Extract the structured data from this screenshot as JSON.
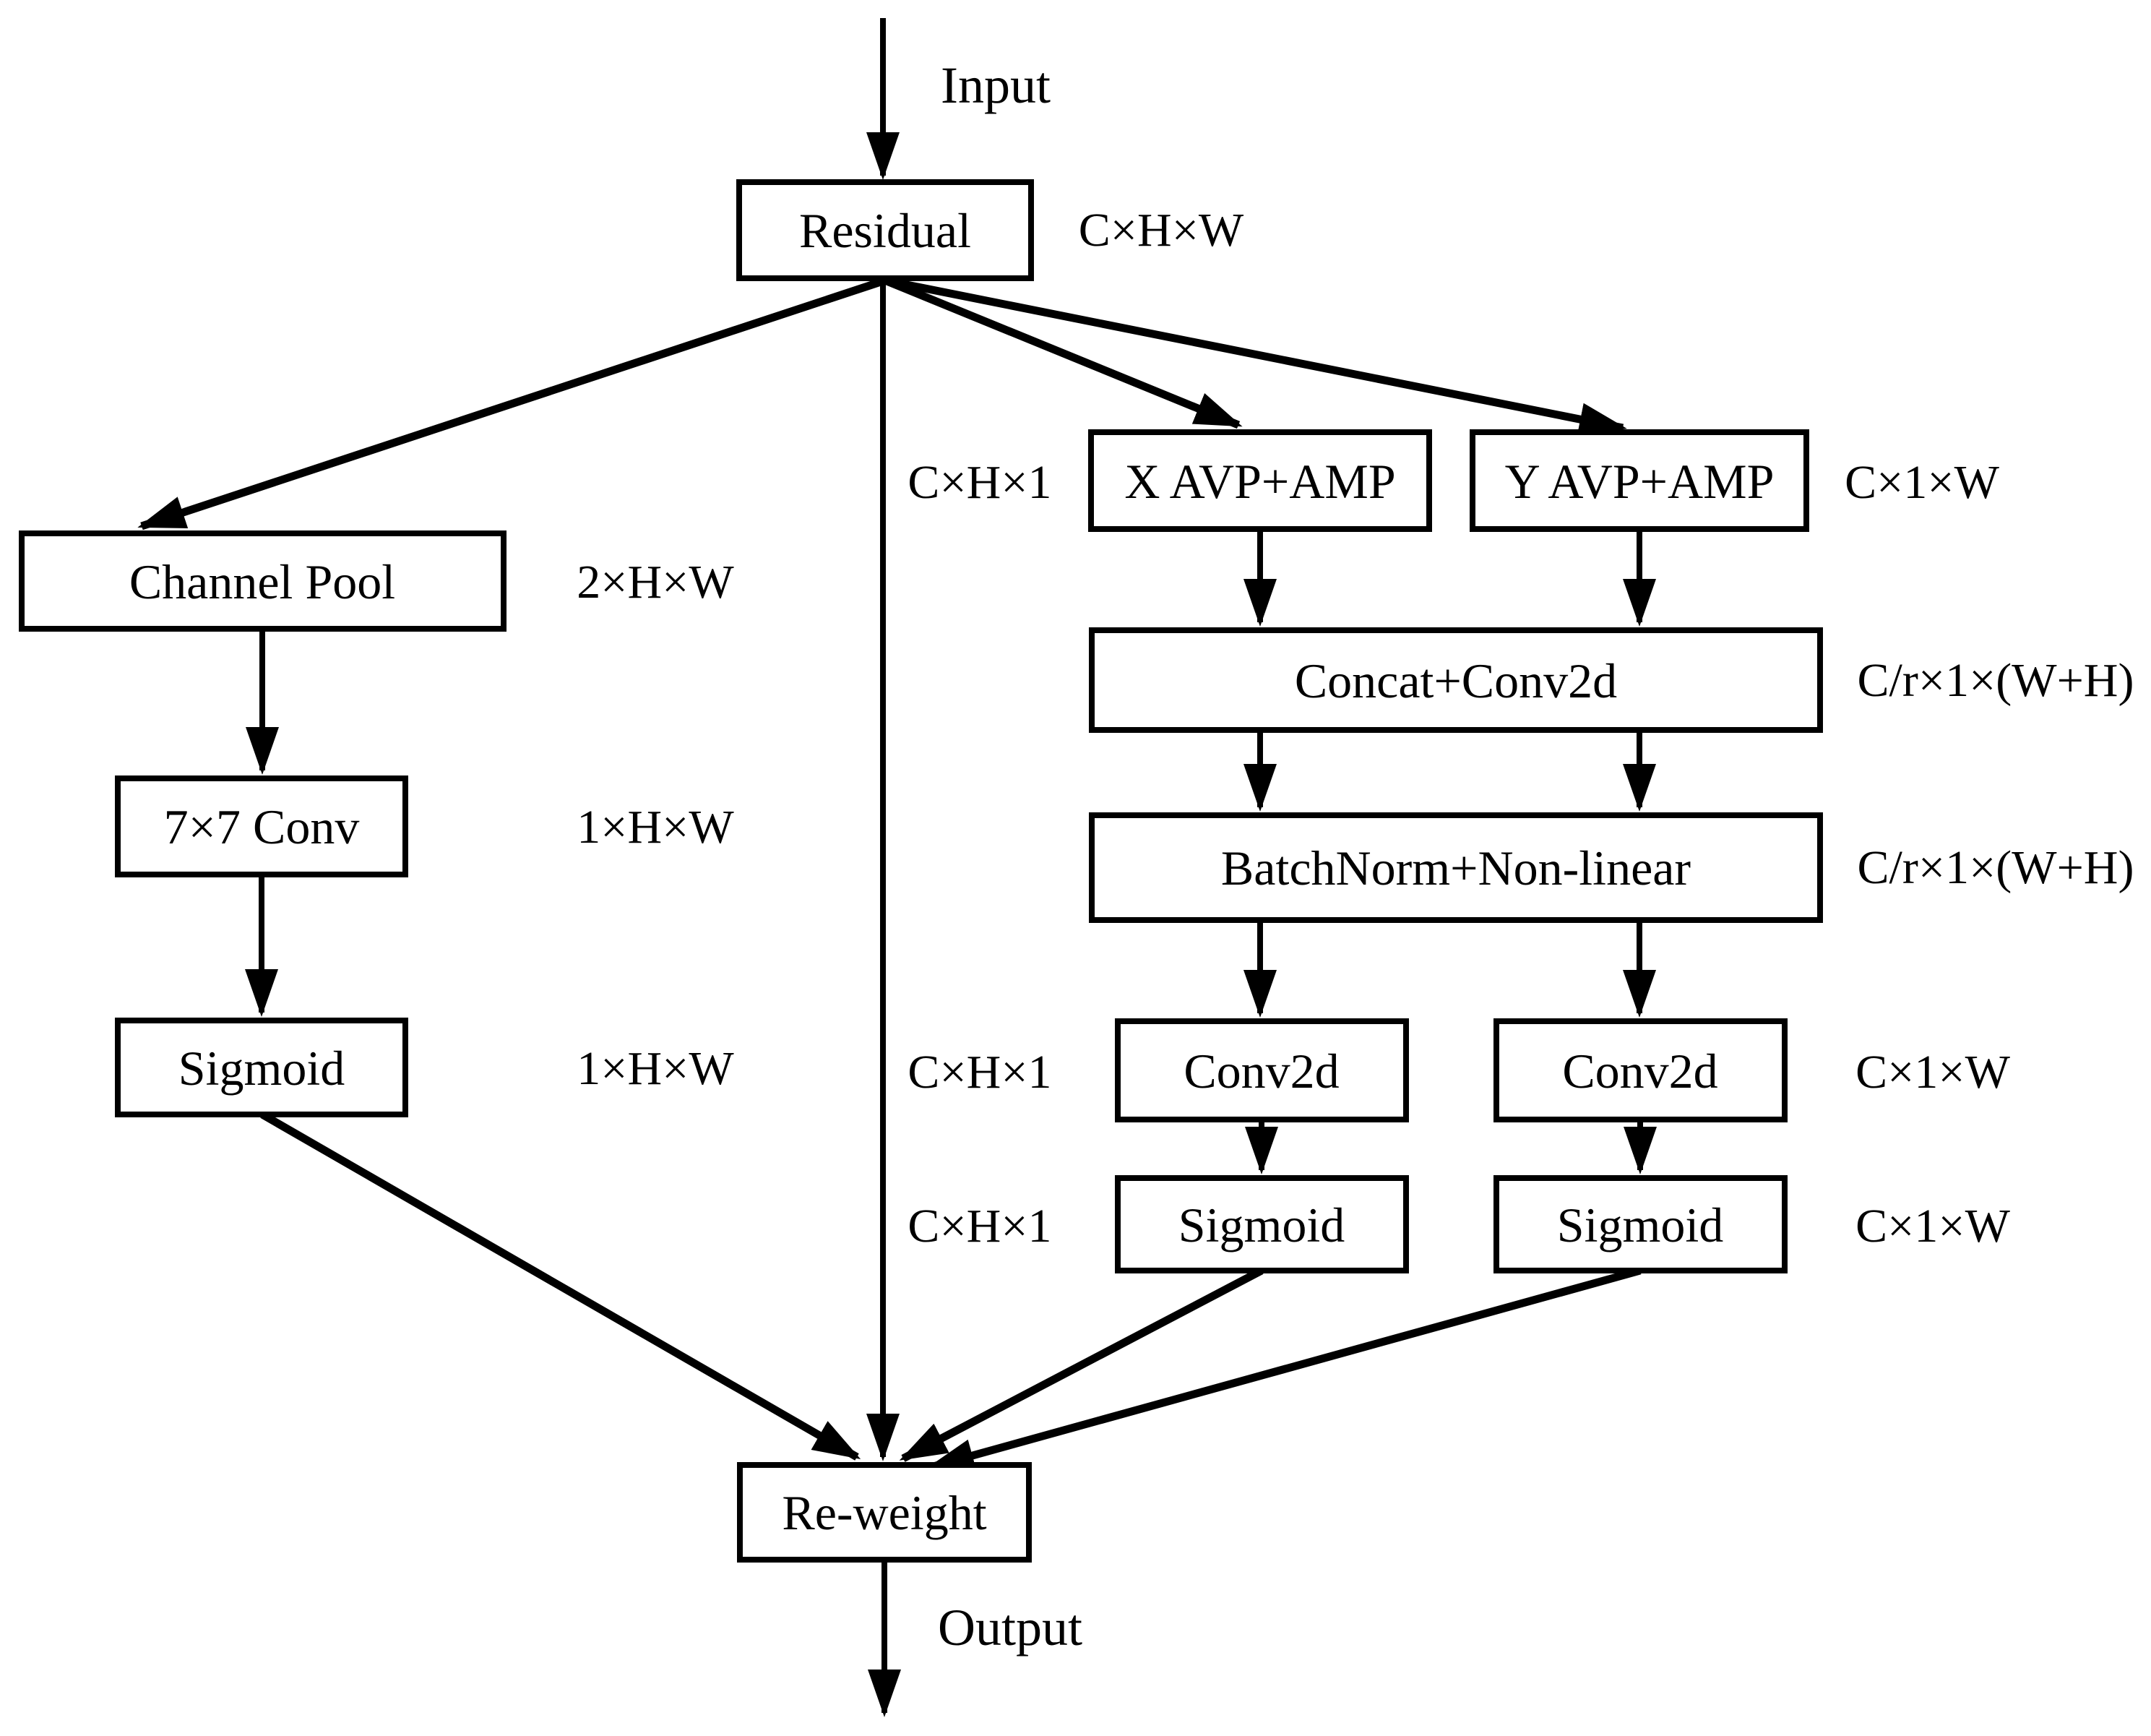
{
  "colors": {
    "ink": "#000000",
    "background": "#ffffff"
  },
  "labels": {
    "input": "Input",
    "output": "Output"
  },
  "boxes": {
    "residual": "Residual",
    "channel_pool": "Channel Pool",
    "conv77": "7×7 Conv",
    "sigmoid_spatial": "Sigmoid",
    "x_avp_amp": "X AVP+AMP",
    "y_avp_amp": "Y AVP+AMP",
    "concat_conv2d": "Concat+Conv2d",
    "batchnorm_nonlinear": "BatchNorm+Non-linear",
    "conv2d_x": "Conv2d",
    "conv2d_y": "Conv2d",
    "sigmoid_x": "Sigmoid",
    "sigmoid_y": "Sigmoid",
    "reweight": "Re-weight"
  },
  "dims": {
    "residual": "C×H×W",
    "channel_pool": "2×H×W",
    "conv77": "1×H×W",
    "sigmoid_spatial": "1×H×W",
    "x_avp_amp_left": "C×H×1",
    "y_avp_amp_right": "C×1×W",
    "concat_right": "C/r×1×(W+H)",
    "batchnorm_right": "C/r×1×(W+H)",
    "conv2d_left": "C×H×1",
    "conv2d_right": "C×1×W",
    "sigmoid_left": "C×H×1",
    "sigmoid_right": "C×1×W"
  }
}
